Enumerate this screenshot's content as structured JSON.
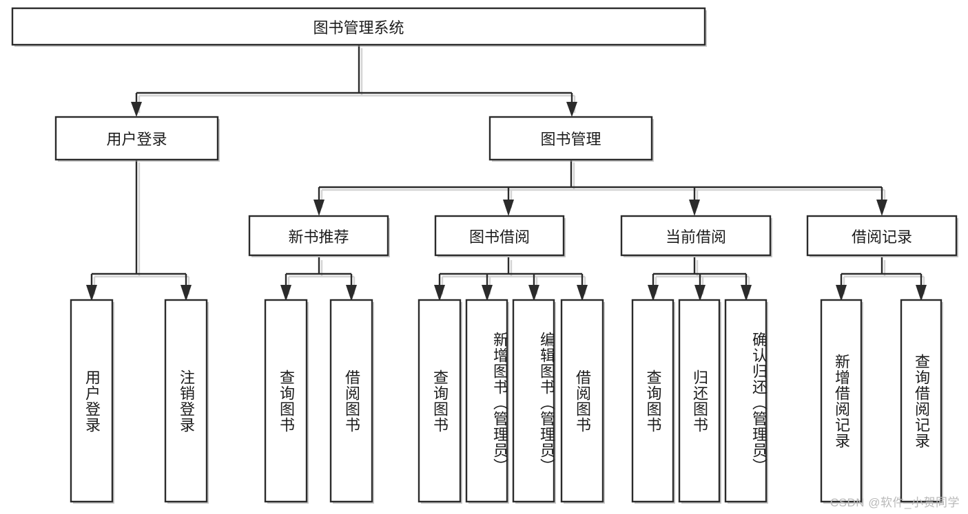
{
  "diagram": {
    "type": "tree",
    "title": "图书管理系统",
    "root": {
      "label": "图书管理系统"
    },
    "level2": [
      {
        "label": "用户登录"
      },
      {
        "label": "图书管理"
      }
    ],
    "level3": [
      {
        "label": "新书推荐"
      },
      {
        "label": "图书借阅"
      },
      {
        "label": "当前借阅"
      },
      {
        "label": "借阅记录"
      }
    ],
    "leaves": {
      "user_login": [
        {
          "label": "用户登录"
        },
        {
          "label": "注销登录"
        }
      ],
      "new_book_recommend": [
        {
          "label": "查询图书"
        },
        {
          "label": "借阅图书"
        }
      ],
      "book_borrow": [
        {
          "label": "查询图书"
        },
        {
          "label": "新增图书（管理员）"
        },
        {
          "label": "编辑图书（管理员）"
        },
        {
          "label": "借阅图书"
        }
      ],
      "current_borrow": [
        {
          "label": "查询图书"
        },
        {
          "label": "归还图书"
        },
        {
          "label": "确认归还（管理员）"
        }
      ],
      "borrow_record": [
        {
          "label": "新增借阅记录"
        },
        {
          "label": "查询借阅记录"
        }
      ]
    }
  },
  "watermark": {
    "text": "CSDN @软件_小贺同学"
  },
  "colors": {
    "box_stroke": "#2b2b2b",
    "box_fill": "#ffffff",
    "text": "#1c1c1c",
    "watermark": "#b9b9b9",
    "background": "#ffffff"
  }
}
